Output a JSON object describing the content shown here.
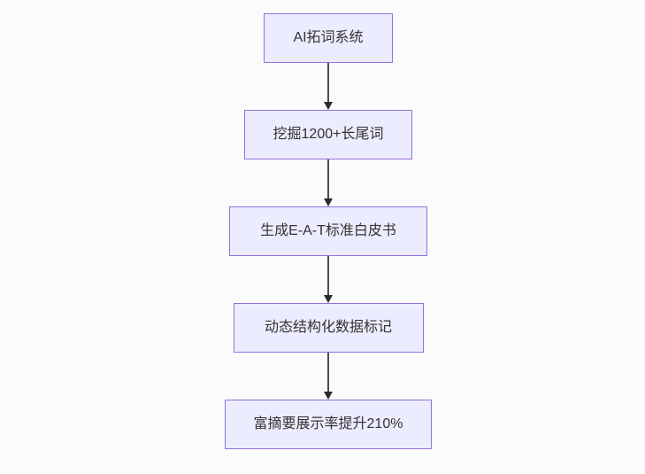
{
  "page": {
    "background_color": "#fbfbfb"
  },
  "flowchart": {
    "type": "flowchart",
    "direction": "top-down",
    "node_fill_color": "#ECECFF",
    "node_border_color": "#9370DB",
    "node_text_color": "#333333",
    "edge_color": "#4d4d4d",
    "nodes": [
      {
        "label": "AI拓词系统"
      },
      {
        "label": "挖掘1200+长尾词"
      },
      {
        "label": "生成E-A-T标准白皮书"
      },
      {
        "label": "动态结构化数据标记"
      },
      {
        "label": "富摘要展示率提升210%"
      }
    ]
  }
}
